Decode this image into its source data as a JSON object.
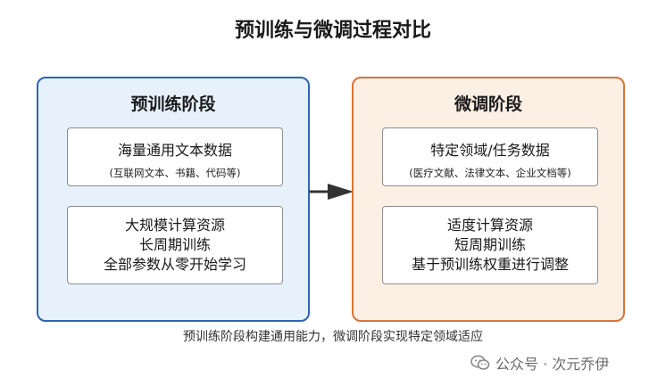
{
  "title": "预训练与微调过程对比",
  "left_panel": {
    "title": "预训练阶段",
    "card_a": {
      "main": "海量通用文本数据",
      "sub": "(互联网文本、书籍、代码等)"
    },
    "card_b": {
      "lines": [
        "大规模计算资源",
        "长周期训练",
        "全部参数从零开始学习"
      ]
    }
  },
  "right_panel": {
    "title": "微调阶段",
    "card_a": {
      "main": "特定领域/任务数据",
      "sub": "(医疗文献、法律文本、企业文档等)"
    },
    "card_b": {
      "lines": [
        "适度计算资源",
        "短周期训练",
        "基于预训练权重进行调整"
      ]
    }
  },
  "caption": "预训练阶段构建通用能力，微调阶段实现特定领域适应",
  "watermark": {
    "text": "公众号 · 次元乔伊",
    "icon": "wechat-icon"
  },
  "colors": {
    "left_border": "#2f64b4",
    "left_fill": "#e6f1fc",
    "right_border": "#d8753a",
    "right_fill": "#fcefe3",
    "arrow": "#333333"
  }
}
